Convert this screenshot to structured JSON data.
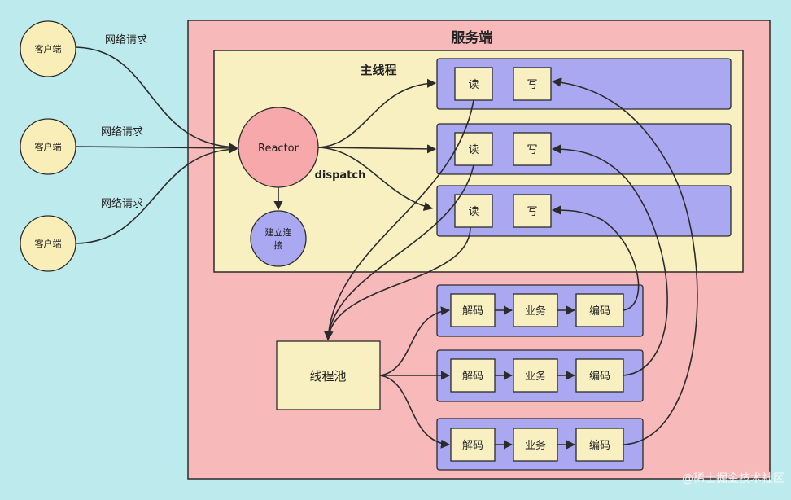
{
  "server": {
    "title": "服务端"
  },
  "main_thread": {
    "title": "主线程"
  },
  "clients": [
    {
      "label": "客户端",
      "request_label": "网络请求"
    },
    {
      "label": "客户端",
      "request_label": "网络请求"
    },
    {
      "label": "客户端",
      "request_label": "网络请求"
    }
  ],
  "reactor": {
    "label": "Reactor",
    "dispatch_label": "dispatch"
  },
  "accept": {
    "line1": "建立连",
    "line2": "接"
  },
  "io_rows": [
    {
      "read": "读",
      "write": "写"
    },
    {
      "read": "读",
      "write": "写"
    },
    {
      "read": "读",
      "write": "写"
    }
  ],
  "thread_pool": {
    "label": "线程池"
  },
  "worker_rows": [
    {
      "decode": "解码",
      "business": "业务",
      "encode": "编码"
    },
    {
      "decode": "解码",
      "business": "业务",
      "encode": "编码"
    },
    {
      "decode": "解码",
      "business": "业务",
      "encode": "编码"
    }
  ],
  "watermark": "@稀土掘金技术社区",
  "colors": {
    "background": "#bdeaec",
    "server_fill": "#f8b9ba",
    "main_thread_fill": "#f9f0c2",
    "client_fill": "#f9eeb8",
    "reactor_fill": "#f6a8aa",
    "accept_fill": "#a9a8f0",
    "row_fill": "#a9a8f0",
    "box_fill": "#f9f0c2",
    "stroke": "#2b2b2b"
  }
}
